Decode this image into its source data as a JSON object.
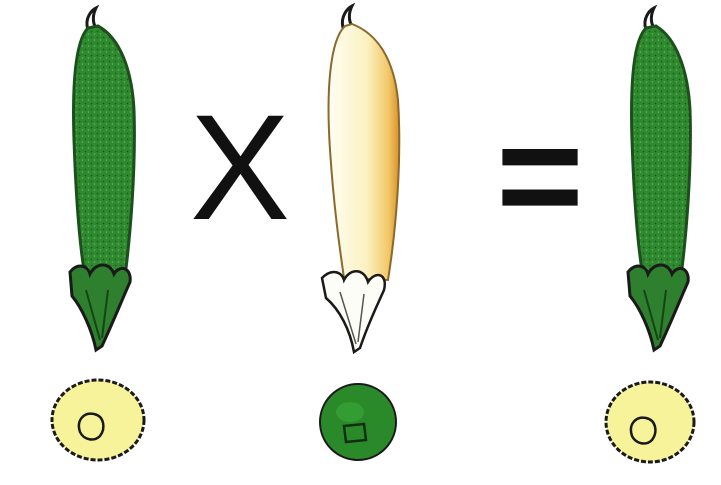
{
  "operators": {
    "times": "X",
    "equals": "="
  },
  "items": [
    {
      "role": "parent-1",
      "pod_color": "green",
      "seed_color": "yellow"
    },
    {
      "role": "parent-2",
      "pod_color": "yellow",
      "seed_color": "green"
    },
    {
      "role": "offspring",
      "pod_color": "green",
      "seed_color": "yellow"
    }
  ],
  "colors": {
    "green_pod": "#2f8a2f",
    "green_pod_dark": "#1c5e1c",
    "yellow_pod": "#fbf3c8",
    "yellow_pod_edge": "#e0a23a",
    "yellow_seed": "#f7f39a",
    "green_seed": "#2a8a2a",
    "outline": "#1a1a1a"
  }
}
